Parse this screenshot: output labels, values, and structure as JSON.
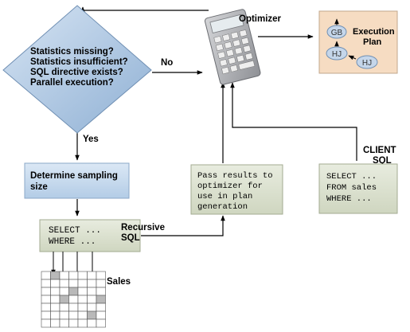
{
  "decision": {
    "lines": [
      "Statistics missing?",
      "Statistics insufficient?",
      "SQL directive exists?",
      "Parallel execution?"
    ],
    "yes_label": "Yes",
    "no_label": "No"
  },
  "optimizer": {
    "label": "Optimizer"
  },
  "execution_plan": {
    "title_lines": [
      "Execution",
      "Plan"
    ],
    "nodes": [
      "GB",
      "HJ",
      "HJ"
    ]
  },
  "sampling": {
    "lines": [
      "Determine sampling",
      "size"
    ]
  },
  "recursive_sql": {
    "code_lines": [
      "SELECT ...",
      "WHERE  ..."
    ],
    "label_lines": [
      "Recursive",
      "SQL"
    ]
  },
  "pass_results": {
    "lines": [
      "Pass results to",
      "optimizer for",
      "use in plan",
      "generation"
    ]
  },
  "client_sql": {
    "label_lines": [
      "CLIENT",
      "SQL"
    ],
    "code_lines": [
      "SELECT ...",
      "FROM sales",
      "WHERE  ..."
    ]
  },
  "sales": {
    "label": "Sales"
  },
  "colors": {
    "diamond": "#a9c5e2",
    "blue_box": "#c5d9ee",
    "sql_box": "#dde3d1",
    "plan_box": "#f6dcc2",
    "calculator": "#b7b8bc",
    "table_shade": "#b9b9b9"
  }
}
